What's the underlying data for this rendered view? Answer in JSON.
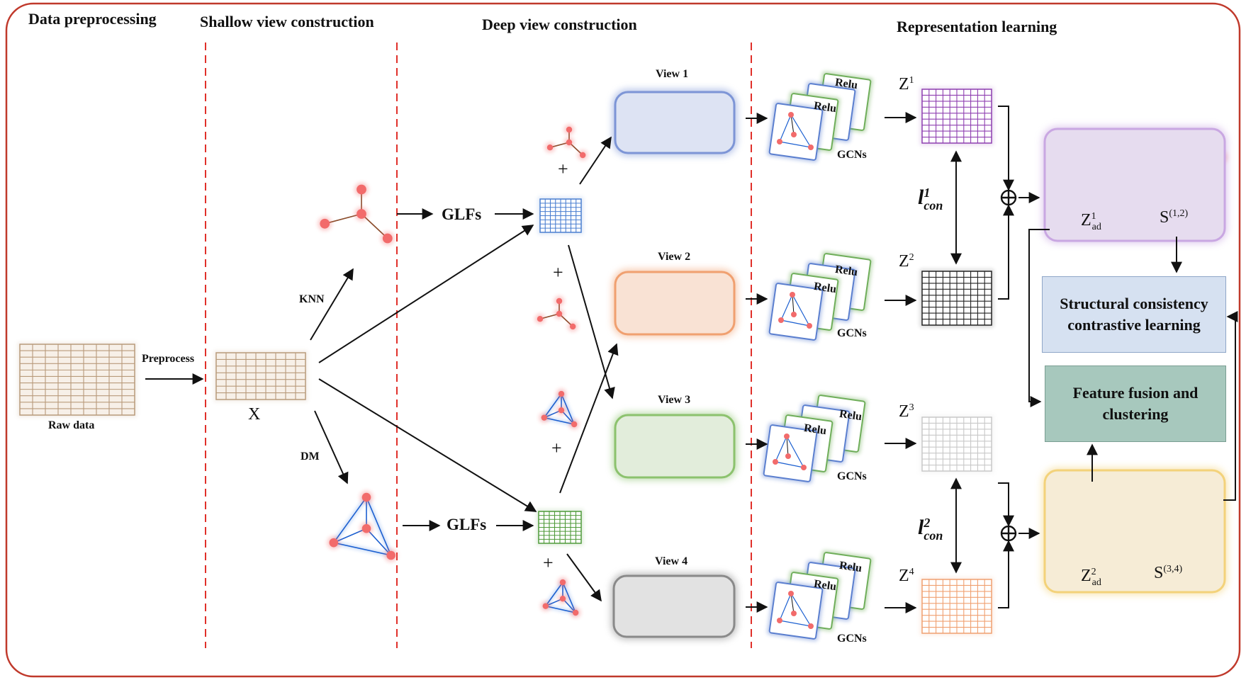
{
  "sections": {
    "data_preprocessing": "Data preprocessing",
    "shallow_view": "Shallow view construction",
    "deep_view": "Deep view construction",
    "representation": "Representation  learning"
  },
  "labels": {
    "raw_data": "Raw data",
    "preprocess": "Preprocess",
    "x": "X",
    "knn": "KNN",
    "dm": "DM",
    "glfs_top": "GLFs",
    "glfs_bottom": "GLFs",
    "plus": "+",
    "relu": "Relu",
    "gcns": "GCNs"
  },
  "views": [
    "View 1",
    "View 2",
    "View 3",
    "View 4"
  ],
  "z_labels": [
    {
      "base": "Z",
      "sup": "1"
    },
    {
      "base": "Z",
      "sup": "2"
    },
    {
      "base": "Z",
      "sup": "3"
    },
    {
      "base": "Z",
      "sup": "4"
    }
  ],
  "losses": [
    {
      "base": "l",
      "sup": "1",
      "sub": "con"
    },
    {
      "base": "l",
      "sup": "2",
      "sub": "con"
    }
  ],
  "fusion_top": {
    "z_base": "Z",
    "z_sup": "1",
    "z_sub": "ad",
    "s_base": "S",
    "s_sup": "(1,2)"
  },
  "fusion_bottom": {
    "z_base": "Z",
    "z_sup": "2",
    "z_sub": "ad",
    "s_base": "S",
    "s_sup": "(3,4)"
  },
  "boxes": {
    "structural": "Structural consistency contrastive learning",
    "fusion": "Feature fusion and clustering"
  },
  "colors": {
    "frame": "#c0392b",
    "divider": "#e0302a",
    "node": "#f26b6b",
    "blue_grid": "#4a7fd0",
    "green_grid": "#4f9a3a",
    "purple_grid": "#8e3fb0",
    "orange_grid": "#f0a070",
    "tan_grid": "#b89a7a",
    "view1_bg": "#dde3f3",
    "view2_bg": "#f9e2d4",
    "view3_bg": "#e2eddb",
    "view4_bg": "#e2e2e2",
    "purple_bg": "#e6dcef",
    "yellow_bg": "#f6ecd6",
    "structural_bg": "#d6e1f1",
    "fusion_bg": "#a7c8bd"
  },
  "icons": [
    "star-graph-icon",
    "triangle-graph-icon",
    "matrix-grid-icon",
    "gcn-stack-icon",
    "oplus-icon",
    "arrow-icon"
  ]
}
